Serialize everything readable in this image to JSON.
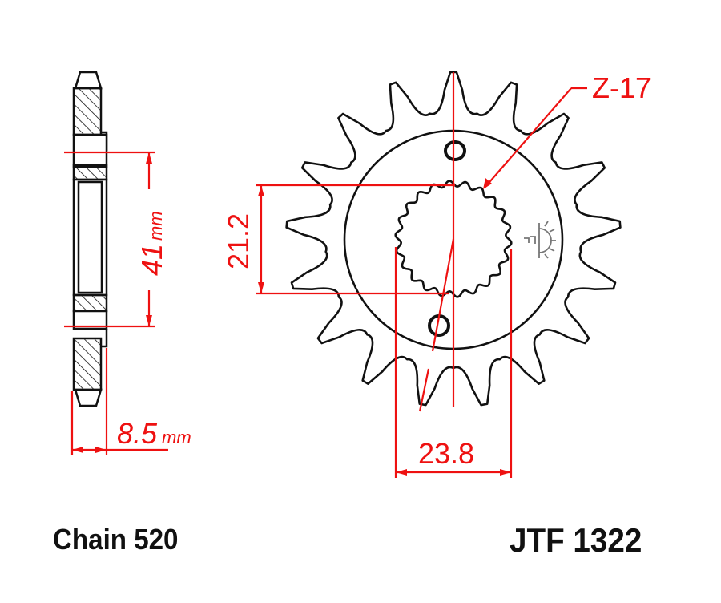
{
  "diagram": {
    "type": "technical-drawing",
    "subject": "front sprocket",
    "colors": {
      "outline": "#111111",
      "dimension": "#ee1111",
      "background": "#ffffff",
      "logo": "#777777"
    },
    "sprocket": {
      "teeth_label": "Z-17",
      "teeth_count": 17
    },
    "dimensions": {
      "spline_height": "21.2",
      "spline_width": "23.8",
      "hub_diameter_value": "41",
      "hub_diameter_unit": "mm",
      "thickness_value": "8.5",
      "thickness_unit": "mm"
    },
    "labels": {
      "chain": "Chain 520",
      "part_number": "JTF 1322"
    }
  }
}
